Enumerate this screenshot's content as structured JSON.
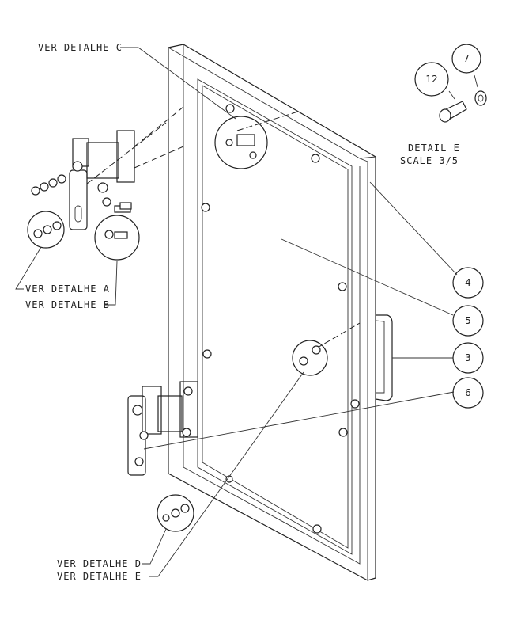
{
  "callouts": {
    "detail_c": "VER DETALHE C",
    "detail_a": "VER DETALHE A",
    "detail_b": "VER DETALHE B",
    "detail_d": "VER DETALHE D",
    "detail_e": "VER DETALHE E"
  },
  "detail_e_view": {
    "title": "DETAIL  E",
    "scale": "SCALE  3/5",
    "balloons": [
      "12",
      "7"
    ]
  },
  "balloons": [
    "4",
    "5",
    "3",
    "6"
  ]
}
